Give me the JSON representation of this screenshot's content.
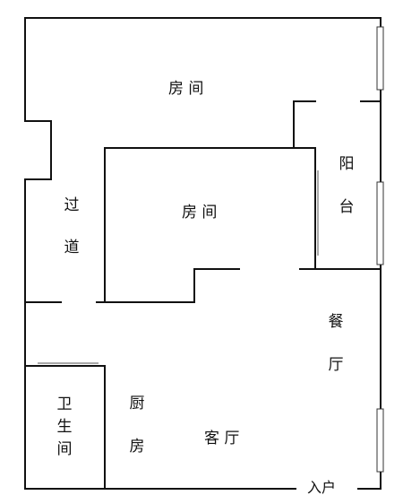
{
  "rooms": {
    "bedroom_top": "房 间",
    "bedroom_mid": "房 间",
    "balcony": [
      "阳",
      "台"
    ],
    "corridor": [
      "过",
      "道"
    ],
    "dining": [
      "餐",
      "厅"
    ],
    "bathroom": [
      "卫",
      "生",
      "间"
    ],
    "kitchen": [
      "厨",
      "房"
    ],
    "living": "客 厅",
    "entrance": "入户"
  }
}
